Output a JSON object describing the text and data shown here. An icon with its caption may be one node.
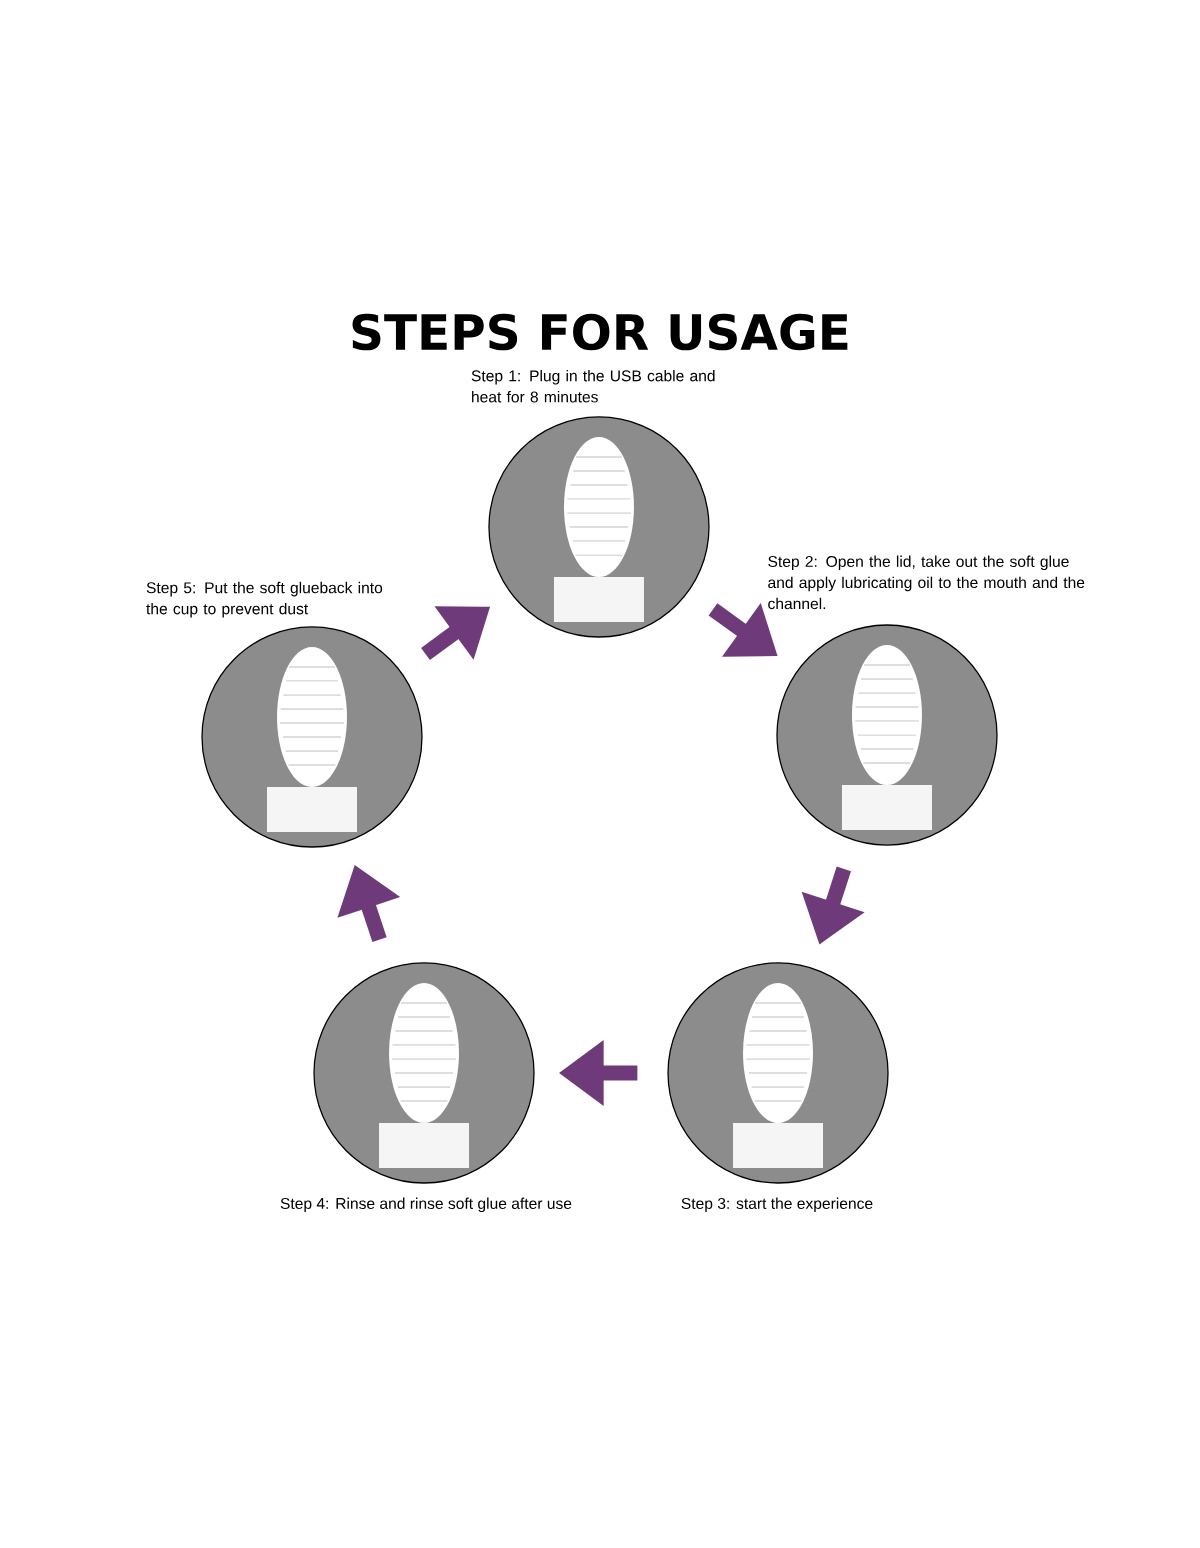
{
  "diagram": {
    "title": "STEPS FOR USAGE",
    "nodes": [
      {
        "text": [
          "Step 1: Plug in the USB cable and heat for 8 minutes"
        ]
      },
      {
        "text": [
          "Step 2: Open the lid, take out the soft glue and apply lubricating oil to the mouth and the channel."
        ]
      },
      {
        "text": [
          "Step 3: start the experience"
        ]
      },
      {
        "text": [
          "Step 4: Rinse and rinse soft glue after use"
        ]
      },
      {
        "text": [
          "Step 5: Put the soft glueback into the cup to prevent dust"
        ]
      }
    ],
    "edges": [
      {
        "from": 0,
        "to": 1,
        "arrow": "to"
      },
      {
        "from": 1,
        "to": 2,
        "arrow": "to"
      },
      {
        "from": 2,
        "to": 3,
        "arrow": "to"
      },
      {
        "from": 3,
        "to": 4,
        "arrow": "to"
      },
      {
        "from": 4,
        "to": 0,
        "arrow": "to"
      }
    ]
  }
}
